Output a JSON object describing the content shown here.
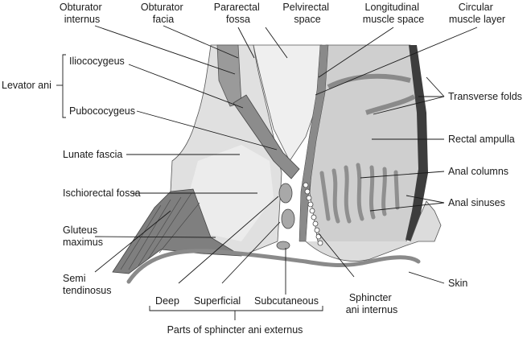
{
  "labels": {
    "obturator_internus": [
      "Obturator",
      "internus"
    ],
    "obturator_facia": [
      "Obturator",
      "facia"
    ],
    "pararectal_fossa": [
      "Pararectal",
      "fossa"
    ],
    "pelvirectal_space": [
      "Pelvirectal",
      "space"
    ],
    "longitudinal_muscle_space": [
      "Longitudinal",
      "muscle space"
    ],
    "circular_muscle_layer": [
      "Circular",
      "muscle layer"
    ],
    "levator_ani": "Levator ani",
    "iliococygeus": "Iliococygeus",
    "pubococygeus": "Pubococygeus",
    "lunate_fascia": "Lunate fascia",
    "ischiorectal_fossa": "Ischiorectal fossa",
    "gluteus_maximus": [
      "Gluteus",
      "maximus"
    ],
    "semi_tendinosus": [
      "Semi",
      "tendinosus"
    ],
    "transverse_folds": "Transverse folds",
    "rectal_ampulla": "Rectal ampulla",
    "anal_columns": "Anal columns",
    "anal_sinuses": "Anal sinuses",
    "skin": "Skin",
    "sphincter_ani_internus": [
      "Sphincter",
      "ani internus"
    ],
    "deep": "Deep",
    "superficial": "Superficial",
    "subcutaneous": "Subcutaneous",
    "parts_of_sphincter": "Parts of sphincter ani externus"
  }
}
